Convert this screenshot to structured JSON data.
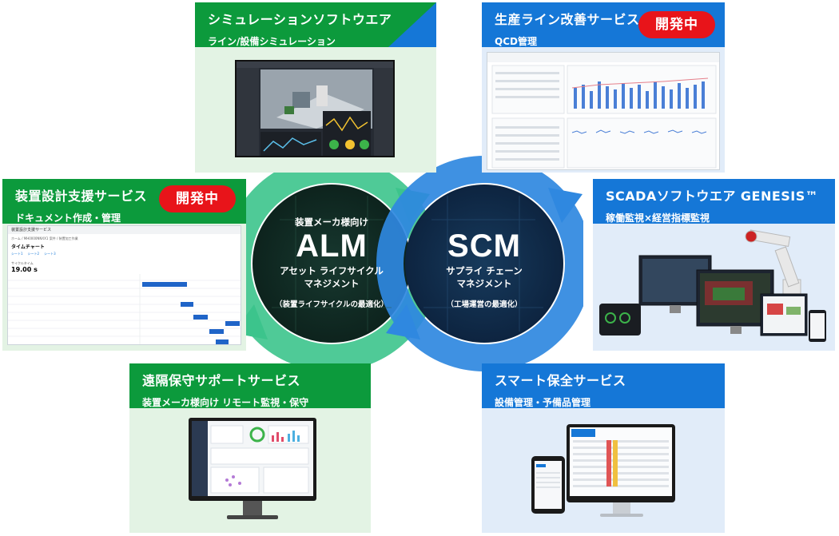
{
  "cards": {
    "sim": {
      "title": "シミュレーションソフトウエア",
      "subtitle": "ライン/設備シミュレーション"
    },
    "line": {
      "title": "生産ライン改善サービス",
      "subtitle": "QCD管理",
      "badge": "開発中"
    },
    "design": {
      "title": "装置設計支援サービス",
      "subtitle": "ドキュメント作成・管理",
      "badge": "開発中"
    },
    "scada": {
      "title": "SCADAソフトウエア GENESIS™",
      "subtitle": "稼働監視×経営指標監視"
    },
    "remote": {
      "title": "遠隔保守サポートサービス",
      "subtitle": "装置メーカ様向け リモート監視・保守"
    },
    "smart": {
      "title": "スマート保全サービス",
      "subtitle": "設備管理・予備品管理"
    }
  },
  "alm": {
    "top": "装置メーカ様向け",
    "big": "ALM",
    "line1": "アセット ライフサイクル",
    "line2": "マネジメント",
    "note": "（装置ライフサイクルの最適化）"
  },
  "scm": {
    "big": "SCM",
    "line1": "サプライ チェーン",
    "line2": "マネジメント",
    "note": "（工場運営の最適化）"
  },
  "colors": {
    "green": "#0c9a3c",
    "blue": "#1577d7",
    "badge": "#e8141a",
    "alm_ring": "#3cc48c",
    "scm_ring": "#2f88e0"
  },
  "design_shot": {
    "app": "装置設計支援サービス",
    "breadcrumb": "ホーム / MH0000NNXX1 案件 / 装置加工作業",
    "page": "タイムチャート",
    "tab1": "シート1",
    "tab2": "シート2",
    "tab3": "シート3",
    "label": "サイクルタイム",
    "value": "19.00 s"
  }
}
